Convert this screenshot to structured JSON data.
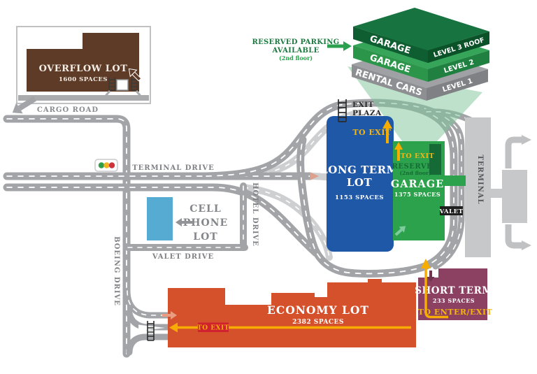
{
  "colors": {
    "overflow_brown": "#5d3b27",
    "long_term_blue": "#2058a8",
    "garage_green": "#2da24c",
    "garage_dark_green": "#156a36",
    "economy_orange": "#d5512b",
    "short_term_purple": "#8c4163",
    "cell_phone_blue": "#56abd3",
    "route_yellow": "#f6ac00",
    "road_gray": "#a2a4a7",
    "terminal_gray": "#c6c8ca",
    "valet_black": "#1f1f1f",
    "exit_badge_red": "#cf2130"
  },
  "overflow_lot": {
    "name": "OVERFLOW LOT",
    "spaces": "1600 SPACES"
  },
  "roads": {
    "cargo": "CARGO ROAD",
    "terminal": "TERMINAL DRIVE",
    "hotel": "HOTEL DRIVE",
    "valet": "VALET DRIVE",
    "boeing": "BOEING DRIVE"
  },
  "cell_phone_lot": {
    "line1": "CELL",
    "line2": "PHONE",
    "line3": "LOT"
  },
  "long_term_lot": {
    "line1": "LONG TERM",
    "line2": "LOT",
    "spaces": "1153 SPACES",
    "to_exit": "TO EXIT"
  },
  "exit_plaza": {
    "line1": "EXIT",
    "line2": "PLAZA"
  },
  "garage": {
    "name": "GARAGE",
    "spaces": "1375 SPACES",
    "to_exit": "TO EXIT",
    "reserved": "RESERVED",
    "reserved_floor": "(2nd floor)",
    "valet_badge": "VALET"
  },
  "terminal_building": {
    "label": "TERMINAL"
  },
  "economy_lot": {
    "name": "ECONOMY LOT",
    "spaces": "2382 SPACES",
    "to_exit": "TO EXIT"
  },
  "short_term_lot": {
    "name": "SHORT TERM",
    "spaces": "233 SPACES",
    "to_enter_exit": "TO ENTER/EXIT"
  },
  "garage_stack": {
    "callout_line1": "RESERVED PARKING",
    "callout_line2": "AVAILABLE",
    "callout_line3": "(2nd floor)",
    "levels": [
      {
        "front": "GARAGE",
        "side": "LEVEL 3 ROOF"
      },
      {
        "front": "GARAGE",
        "side": "LEVEL 2"
      },
      {
        "front": "RENTAL CARS",
        "side": "LEVEL 1"
      }
    ]
  }
}
